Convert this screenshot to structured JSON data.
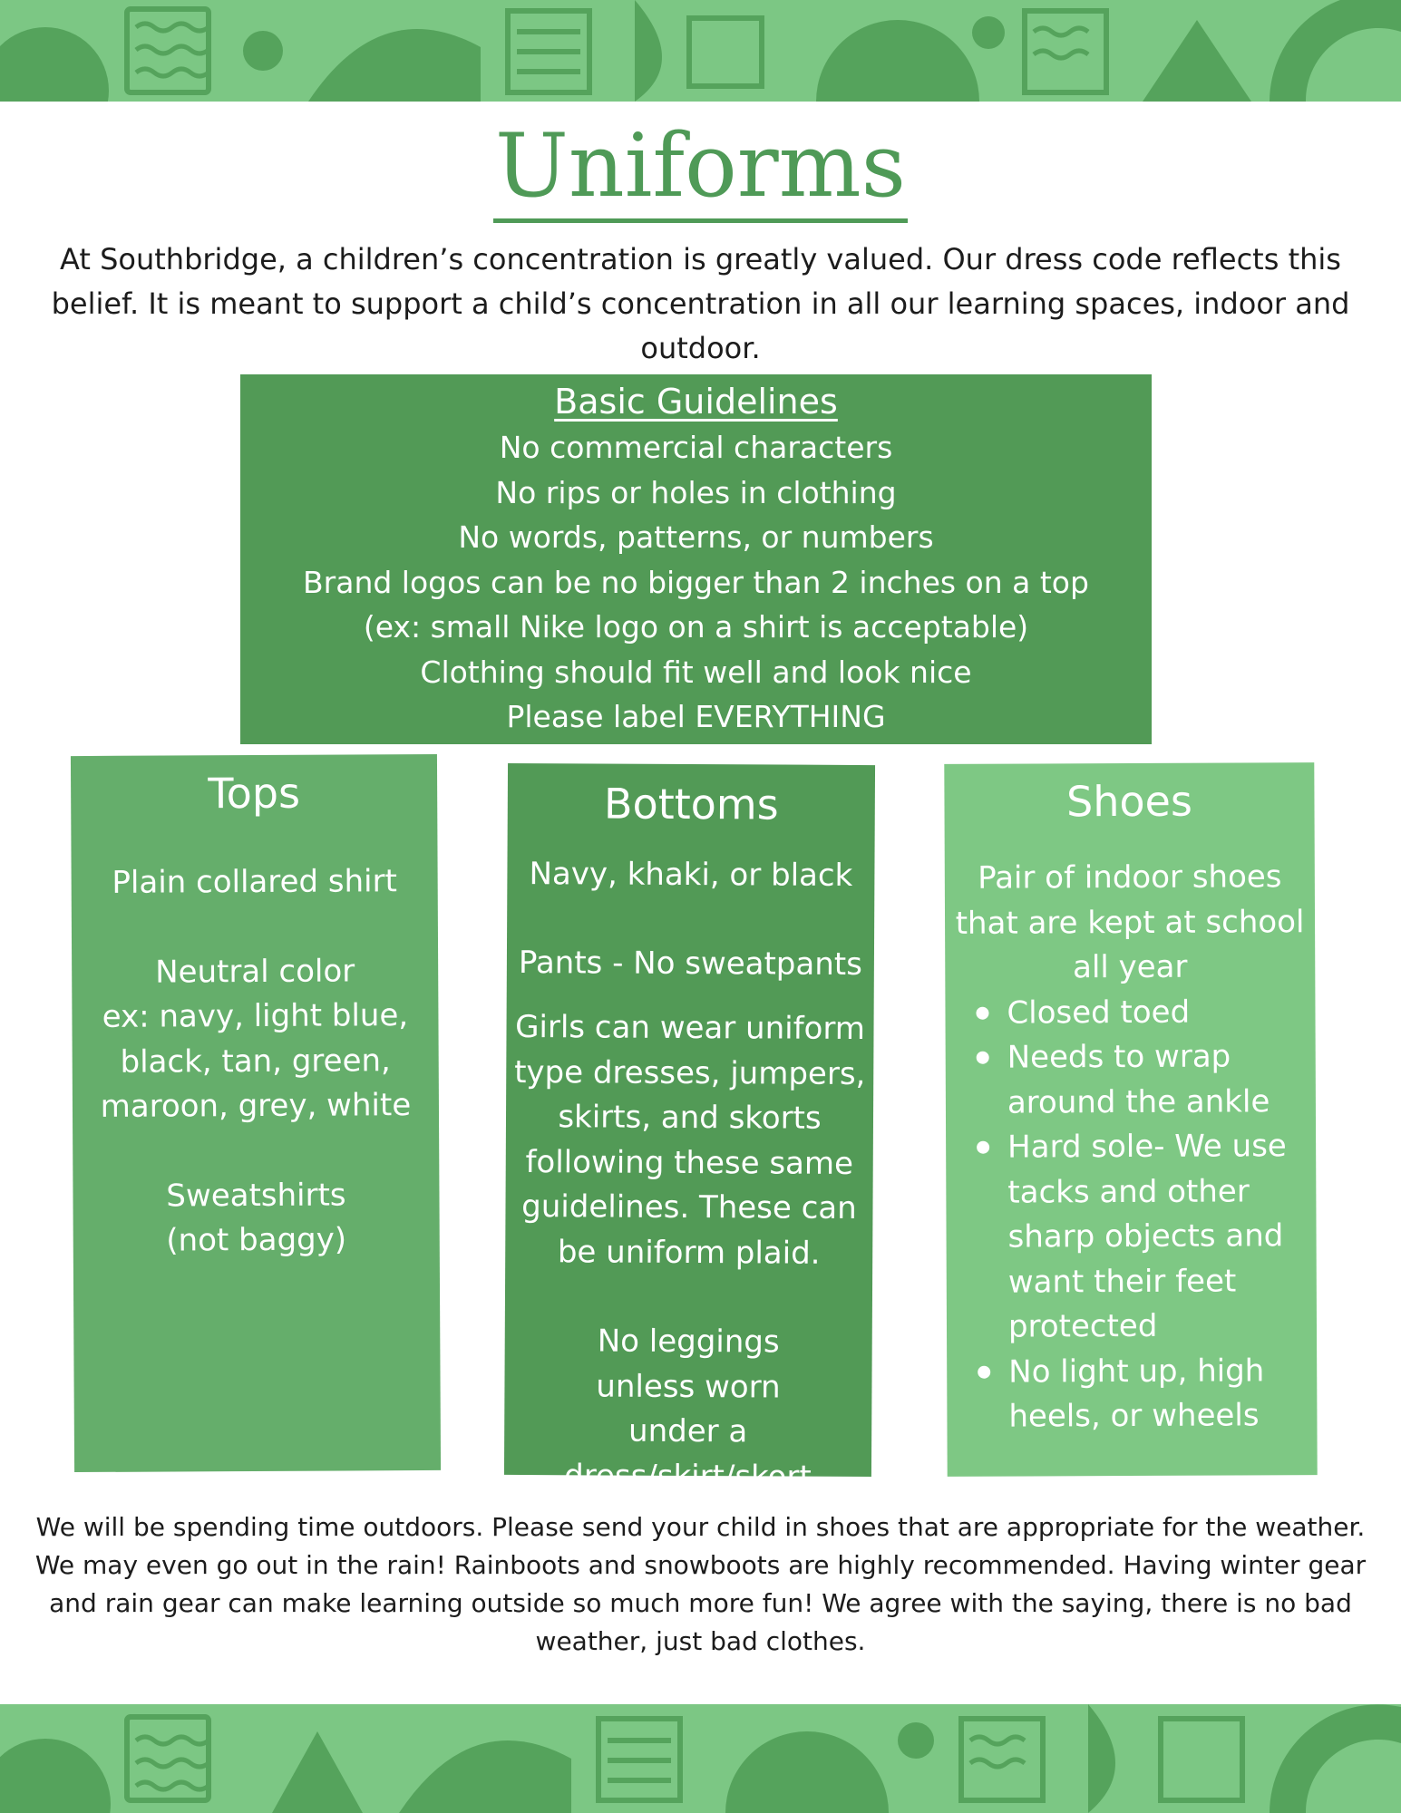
{
  "colors": {
    "banner": "#7cc784",
    "banner_pattern": "#55a35c",
    "title": "#4f9a57",
    "guidelines_bg": "#529a56",
    "tops_bg": "#65ae6b",
    "bottoms_bg": "#529a56",
    "shoes_bg": "#7ec884"
  },
  "title": "Uniforms",
  "intro": "At Southbridge, a children’s concentration is greatly valued. Our dress code reflects this belief. It is meant to support a child’s concentration in all our learning spaces, indoor and outdoor.",
  "guidelines": {
    "heading": "Basic Guidelines",
    "lines": [
      "No commercial characters",
      "No rips or holes in clothing",
      "No words, patterns, or numbers",
      "Brand logos can be no bigger than 2 inches on a top",
      "(ex: small Nike logo on a shirt is acceptable)",
      "Clothing should fit well and look nice",
      "Please label EVERYTHING"
    ]
  },
  "tops": {
    "heading": "Tops",
    "item1": "Plain collared shirt",
    "item2_line1": "Neutral color",
    "item2_line2": "ex: navy, light blue, black, tan, green, maroon, grey, white",
    "item3": "Sweatshirts (not baggy)"
  },
  "bottoms": {
    "heading": "Bottoms",
    "item1": "Navy, khaki, or black",
    "item2": "Pants - No sweatpants",
    "item3": "Girls can wear uniform type dresses, jumpers, skirts, and skorts following these same guidelines. These can be uniform plaid.",
    "item4": "No leggings unless worn under a dress/skirt/skort"
  },
  "shoes": {
    "heading": "Shoes",
    "intro": "Pair of indoor shoes that are kept at school all year",
    "bullets": [
      "Closed toed",
      "Needs to wrap around the ankle",
      "Hard sole- We use tacks and other sharp objects and want their feet protected",
      "No light up, high heels, or wheels"
    ]
  },
  "footer": "We will be spending time outdoors. Please send your child in shoes that are appropriate for the weather. We may even go out in the rain! Rainboots and snowboots are highly recommended. Having winter gear and rain gear can make learning outside so much more fun! We agree with the saying, there is no bad weather, just bad clothes."
}
